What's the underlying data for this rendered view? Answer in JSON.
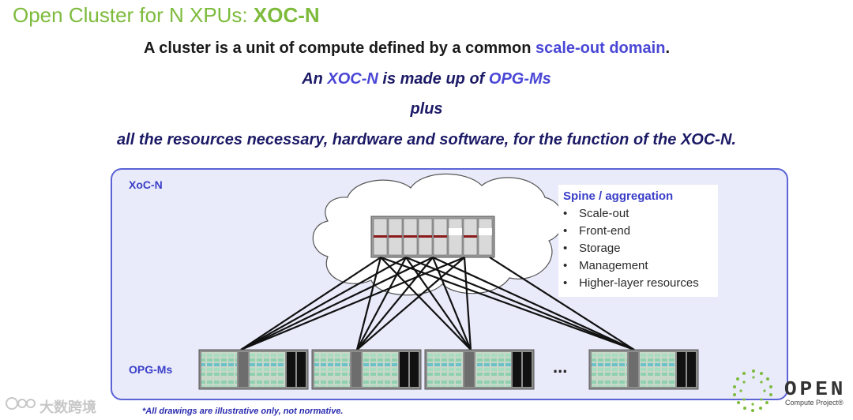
{
  "title": {
    "plain": "Open Cluster for N XPUs: ",
    "bold": "XOC-N"
  },
  "lines": {
    "l1_a": "A  cluster is a unit of compute defined by a common ",
    "l1_b": "scale-out domain",
    "l1_c": ".",
    "l2_a": "An ",
    "l2_b": "XOC-N",
    "l2_c": " is made up of ",
    "l2_d": "OPG-Ms",
    "l3": "plus",
    "l4": "all the resources necessary, hardware and software,  for the function of the XOC-N."
  },
  "diagram": {
    "xoc_label": "XoC-N",
    "opg_label": "OPG-Ms",
    "ellipsis": "...",
    "spine_title": "Spine / aggregation",
    "spine_items": [
      "Scale-out",
      "Front-end",
      "Storage",
      "Management",
      "Higher-layer resources"
    ]
  },
  "footnote": "*All drawings are illustrative only, not normative.",
  "logo": {
    "name": "OPEN",
    "sub": "Compute Project®"
  },
  "watermark": "大数跨境",
  "colors": {
    "title_green": "#7dbb3c",
    "accent_blue": "#4a47d6",
    "box_border": "#5b63d6",
    "box_fill": "#e9ebfa"
  }
}
